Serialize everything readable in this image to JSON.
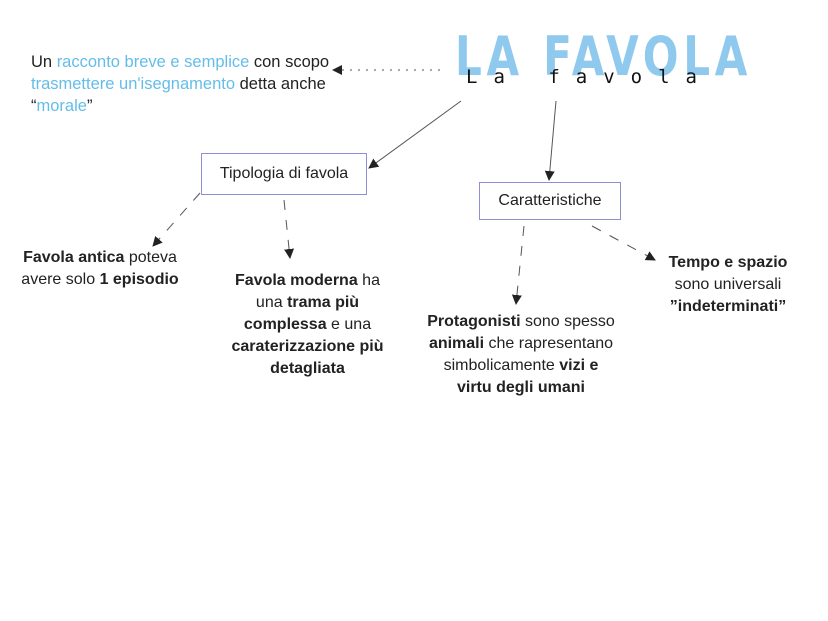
{
  "title": {
    "logo_text": "LA FAVOLA",
    "label": "La favola"
  },
  "definition": {
    "p1": "Un ",
    "h1": "racconto breve e semplice",
    "p2": " con scopo ",
    "h2": "trasmettere un'isegnamento",
    "p3": " detta anche “",
    "h3": "morale",
    "p4": "”"
  },
  "nodes": {
    "tipologia": "Tipologia di favola",
    "caratteristiche": "Caratteristiche"
  },
  "notes": {
    "antica": {
      "b1": "Favola antica",
      "t1": " poteva avere solo ",
      "b2": "1 episodio"
    },
    "moderna": {
      "b1": "Favola moderna",
      "t1": " ha una ",
      "b2": "trama più complessa",
      "t2": " e una ",
      "b3": "caraterizzazione più detagliata"
    },
    "protagonisti": {
      "b1": "Protagonisti",
      "t1": " sono spesso ",
      "b2": "animali",
      "t2": " che rapresentano simbolicamente ",
      "b3": "vizi e virtu degli umani"
    },
    "tempo": {
      "b1": "Tempo e spazio",
      "t1": " sono universali ",
      "b2": "”indeterminati”"
    }
  },
  "colors": {
    "highlight": "#64bde8",
    "logo": "#8fc9ee",
    "box_border": "#8f8fd6",
    "line": "#444444"
  }
}
